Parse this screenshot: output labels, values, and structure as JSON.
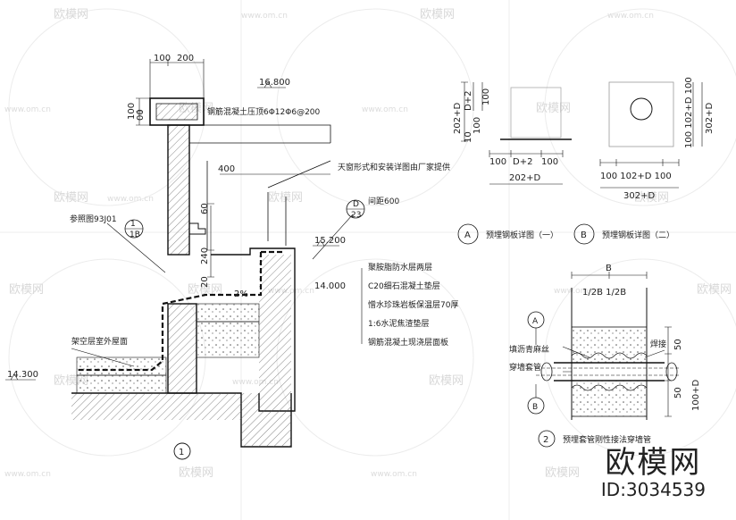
{
  "watermark": {
    "brand": "欧模网",
    "url": "www.om.cn"
  },
  "brand_mark": {
    "name": "欧模网",
    "id_label": "ID:3034539"
  },
  "detail1": {
    "dims_top": [
      "100",
      "200"
    ],
    "dims_left": [
      "100",
      "00"
    ],
    "elev_top": "16.800",
    "note_parapet": "钢筋混凝土压顶6Φ12Φ6@200",
    "dim_400": "400",
    "note_skylight": "天窗形式和安装详图由厂家提供",
    "note_ref": "参照图93J01",
    "ref_circle": {
      "top": "1",
      "bottom": "1B"
    },
    "dim_a": "60",
    "dim_b": "240",
    "dim_c": "20",
    "slope": "2%",
    "callout_d": {
      "top": "D",
      "bottom": "23"
    },
    "note_spacing": "间距600",
    "elev_mid": "15.200",
    "elev_14": "14.000",
    "layers": [
      "聚胺脂防水层两层",
      "C20细石混凝土垫层",
      "憎水珍珠岩板保温层70厚",
      "1:6水泥焦渣垫层",
      "钢筋混凝土现浇层面板"
    ],
    "note_roof": "架空层室外屋面",
    "elev_bottom": "14.300",
    "label": "1"
  },
  "detailA": {
    "dims_v": [
      "202+D",
      "D+2",
      "100",
      "100"
    ],
    "dims_v2": [
      "10"
    ],
    "dims_h": [
      "100",
      "D+2",
      "100"
    ],
    "dim_total": "202+D",
    "letter": "A",
    "caption": "预埋钢板详图（一）"
  },
  "detailB": {
    "dims_v": [
      "100",
      "102+D",
      "100"
    ],
    "dim_v_total": "302+D",
    "dims_h": "100 102+D 100",
    "dim_total": "302+D",
    "letter": "B",
    "caption": "预埋钢板详图（二）"
  },
  "detail2": {
    "top_b": "B",
    "top_dim": "1/2B 1/2B",
    "circle_a": "A",
    "circle_b": "B",
    "note_fill": "填沥青麻丝",
    "note_sleeve": "穿墙套管",
    "note_weld": "焊接",
    "dims_r": [
      "50",
      "50",
      "100+D"
    ],
    "label": "2",
    "caption": "预埋套管刚性接法穿墙管"
  }
}
